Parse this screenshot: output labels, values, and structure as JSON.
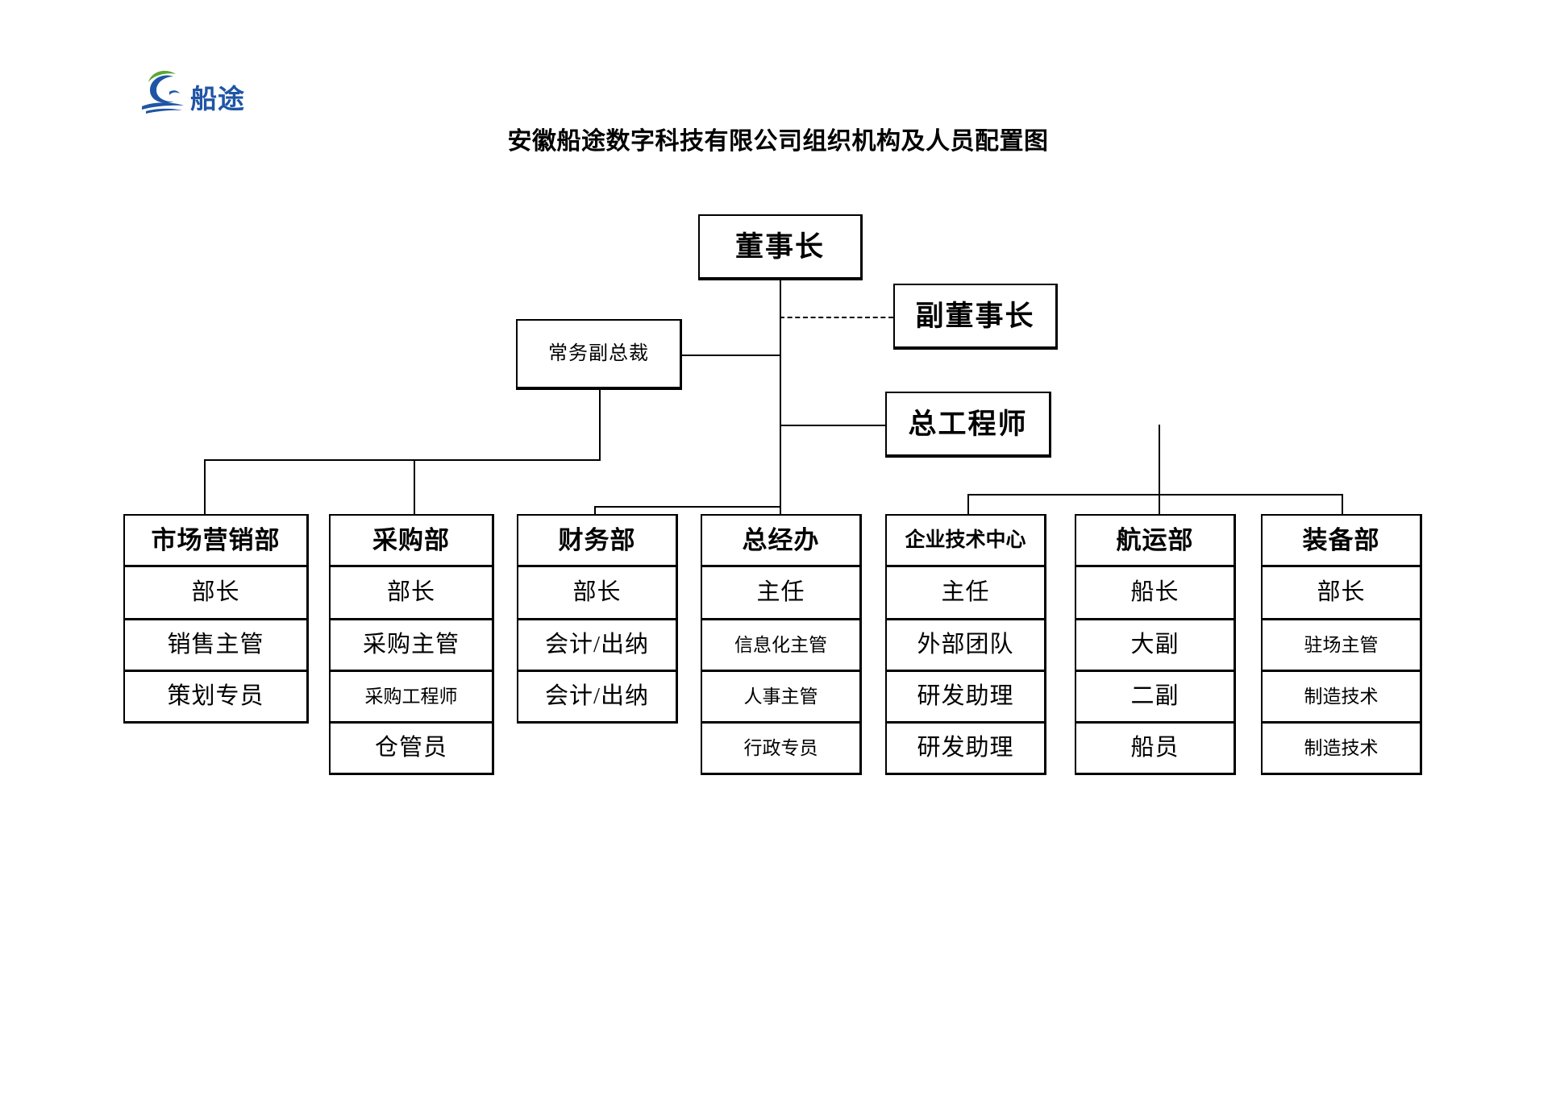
{
  "brand": {
    "logo_icon": "ship-wave-logo-icon",
    "logo_text": "船途",
    "logo_blue": "#1f55a5",
    "logo_green": "#5aa832"
  },
  "header": {
    "title": "安徽船途数字科技有限公司组织机构及人员配置图"
  },
  "chart_data": {
    "type": "diagram",
    "title": "安徽船途数字科技有限公司组织机构及人员配置图",
    "executives": [
      {
        "id": "chairman",
        "label": "董事长",
        "size": "large"
      },
      {
        "id": "vice-chairman",
        "label": "副董事长",
        "size": "large"
      },
      {
        "id": "executive-vp",
        "label": "常务副总裁",
        "size": "small"
      },
      {
        "id": "chief-engineer",
        "label": "总工程师",
        "size": "large"
      }
    ],
    "relations": [
      {
        "from": "chairman",
        "to": "vice-chairman",
        "style": "dashed"
      },
      {
        "from": "chairman",
        "to": "executive-vp",
        "style": "solid"
      },
      {
        "from": "chairman",
        "to": "chief-engineer",
        "style": "solid"
      }
    ],
    "departments": [
      {
        "id": "marketing",
        "name": "市场营销部",
        "parent": "executive-vp",
        "roles": [
          "部长",
          "销售主管",
          "策划专员"
        ]
      },
      {
        "id": "purchasing",
        "name": "采购部",
        "parent": "executive-vp",
        "roles": [
          "部长",
          "采购主管",
          "采购工程师",
          "仓管员"
        ]
      },
      {
        "id": "finance",
        "name": "财务部",
        "parent": "chairman",
        "roles": [
          "部长",
          "会计/出纳",
          "会计/出纳"
        ]
      },
      {
        "id": "general-office",
        "name": "总经办",
        "parent": "chairman",
        "roles": [
          "主任",
          "信息化主管",
          "人事主管",
          "行政专员"
        ]
      },
      {
        "id": "tech-center",
        "name": "企业技术中心",
        "parent": "chief-engineer",
        "roles": [
          "主任",
          "外部团队",
          "研发助理",
          "研发助理"
        ]
      },
      {
        "id": "shipping",
        "name": "航运部",
        "parent": "chief-engineer",
        "roles": [
          "船长",
          "大副",
          "二副",
          "船员"
        ]
      },
      {
        "id": "equipment",
        "name": "装备部",
        "parent": "chief-engineer",
        "roles": [
          "部长",
          "驻场主管",
          "制造技术",
          "制造技术"
        ]
      }
    ]
  }
}
